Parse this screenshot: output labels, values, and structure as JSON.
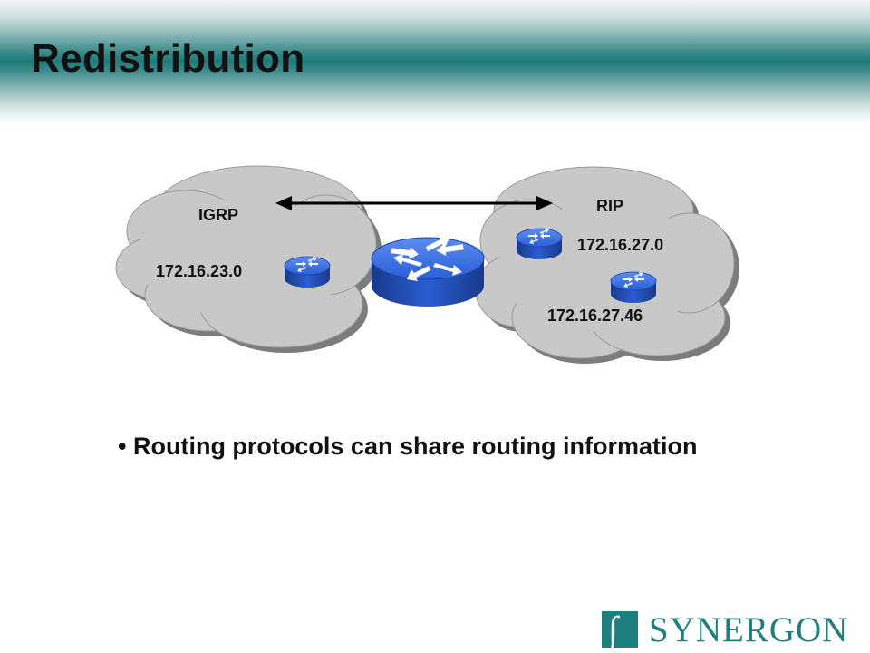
{
  "slide": {
    "title": "Redistribution",
    "bullet": "Routing protocols can share routing information"
  },
  "diagram": {
    "clouds": [
      {
        "protocol": "IGRP",
        "networks": [
          "172.16.23.0"
        ]
      },
      {
        "protocol": "RIP",
        "networks": [
          "172.16.27.0",
          "172.16.27.46"
        ]
      }
    ],
    "routers": [
      {
        "role": "border",
        "cloud": "both"
      },
      {
        "role": "internal",
        "cloud": "IGRP"
      },
      {
        "role": "internal",
        "cloud": "RIP"
      },
      {
        "role": "internal",
        "cloud": "RIP"
      }
    ],
    "arrow": "bidirectional"
  },
  "logo": {
    "text": "SYNERGON"
  },
  "colors": {
    "header_teal": "#1f7a7a",
    "cloud_fill": "#c8c8c8",
    "router_blue": "#2a5fd6",
    "logo_teal": "#1f7f7f"
  },
  "icons": [
    "router-icon",
    "cloud-shape",
    "double-arrow",
    "logo-mark"
  ]
}
